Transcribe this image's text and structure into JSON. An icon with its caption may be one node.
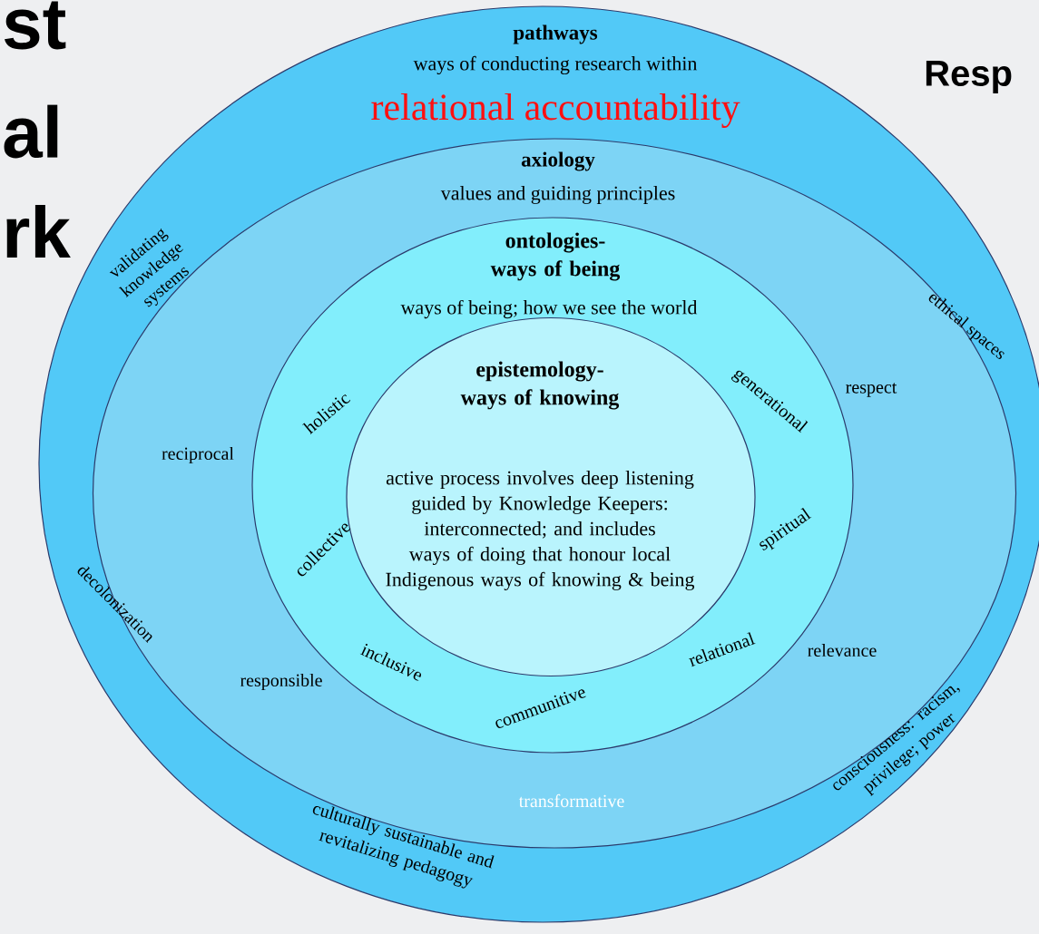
{
  "diagram": {
    "nodes": [
      {
        "text": [
          "pathways",
          "ways of conducting research within",
          "relational accountability",
          "validating knowledge systems",
          "ethical spaces",
          "decolonization",
          "consciousness: racism, privilege; power",
          "culturally sustainable and revitalizing pedagogy"
        ]
      },
      {
        "text": [
          "axiology",
          "values and guiding principles",
          "reciprocal",
          "respect",
          "responsible",
          "relevance",
          "transformative"
        ],
        "in": 0
      },
      {
        "text": [
          "ontologies- ways of being",
          "ways of being; how we see the world",
          "holistic",
          "generational",
          "collective",
          "spiritual",
          "inclusive",
          "relational",
          "communitive"
        ],
        "in": 1
      },
      {
        "text": [
          "epistemology- ways of knowing",
          "active process involves deep listening guided by Knowledge Keepers: interconnected; and includes ways of doing that honour local Indigenous ways of knowing & being"
        ],
        "in": 2
      }
    ],
    "labels": [
      "st",
      "al",
      "rk",
      "Resp"
    ]
  }
}
